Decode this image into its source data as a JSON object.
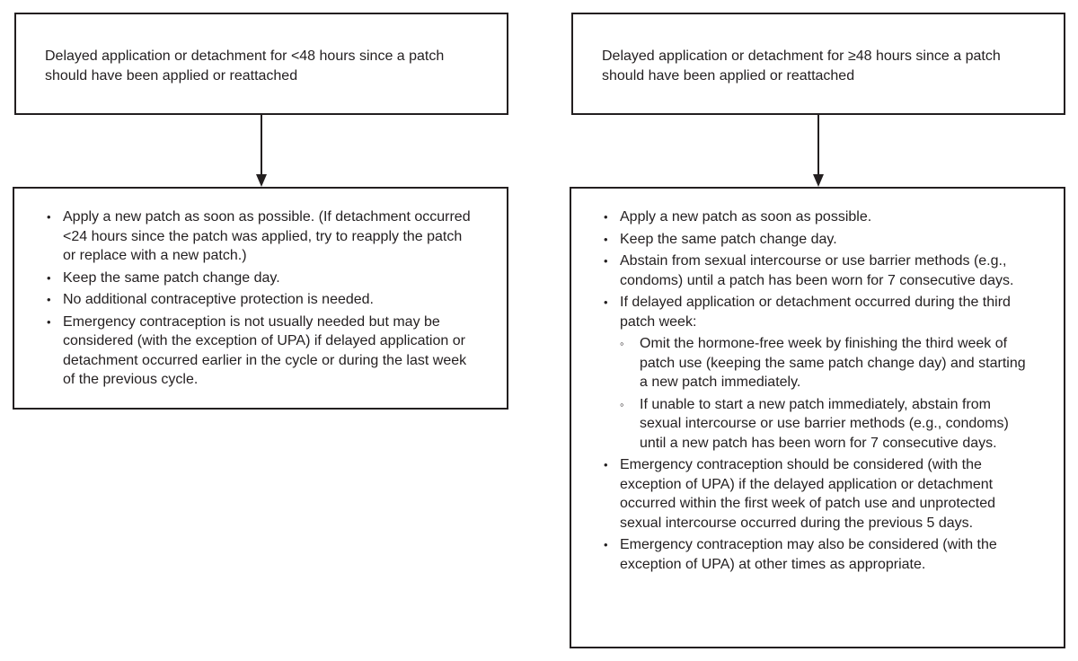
{
  "left": {
    "header": "Delayed application or detachment for <48 hours since a patch should have been applied or reattached",
    "items": [
      {
        "text": "Apply a new patch as soon as possible. (If detachment occurred <24 hours since the patch was applied, try to reapply the patch or replace with a new patch.)"
      },
      {
        "text": "Keep the same patch change day."
      },
      {
        "text": "No additional contraceptive protection is needed."
      },
      {
        "text": "Emergency contraception is not usually needed but may be considered (with the exception of UPA) if delayed application or detachment occurred earlier in the cycle or during the last week of the previous cycle."
      }
    ]
  },
  "right": {
    "header": "Delayed application or detachment for ≥48 hours since a patch should have been applied or reattached",
    "items": [
      {
        "text": "Apply a new patch as soon as possible."
      },
      {
        "text": "Keep the same patch change day."
      },
      {
        "text": "Abstain from sexual intercourse or use barrier methods (e.g., condoms) until a patch has been worn for 7 consecutive days."
      },
      {
        "text": "If delayed application or detachment occurred during the third patch week:",
        "sub": [
          {
            "text": "Omit the hormone-free week by finishing the third week of patch use (keeping the same patch change day) and starting a new patch immediately."
          },
          {
            "text": "If unable to start a new patch immediately, abstain from sexual intercourse or use barrier methods (e.g., condoms) until a new patch has been worn for 7 consecutive days."
          }
        ]
      },
      {
        "text": "Emergency contraception should be considered (with the exception of UPA) if the delayed application or detachment occurred within the first week of patch use and unprotected sexual intercourse occurred during the previous 5 days."
      },
      {
        "text": "Emergency contraception may also be considered (with the exception of UPA) at other times as appropriate."
      }
    ]
  }
}
